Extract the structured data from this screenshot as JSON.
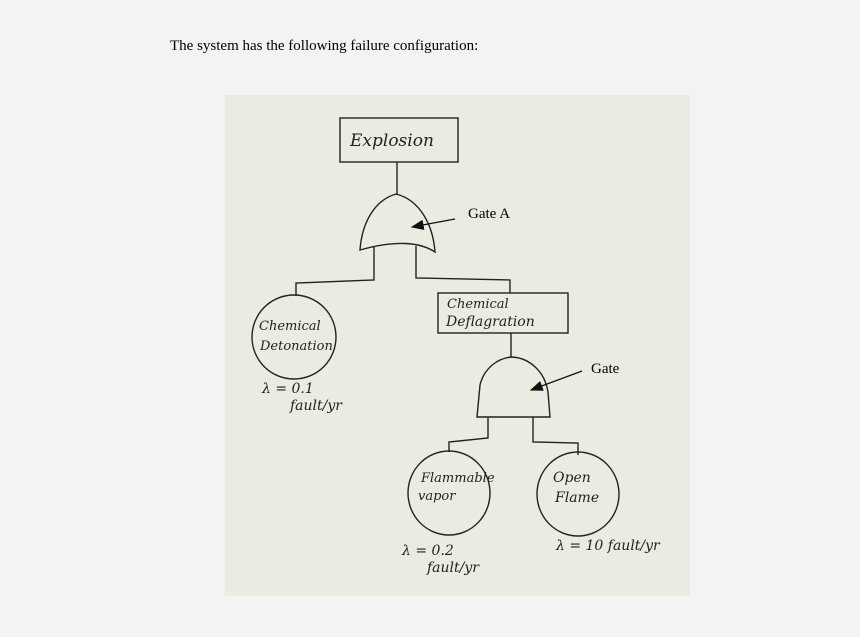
{
  "caption": "The system has the following failure configuration:",
  "diagram": {
    "top_event": "Explosion",
    "gate_a_label": "Gate A",
    "gate_label": "Gate",
    "events": {
      "chemical_detonation": {
        "line1": "Chemical",
        "line2": "Detonation",
        "rate1": "λ = 0.1",
        "rate2": "fault/yr"
      },
      "chemical_deflagration": {
        "line1": "Chemical",
        "line2": "Deflagration"
      },
      "flammable_vapor": {
        "line1": "Flammable",
        "line2": "vapor",
        "rate1": "λ = 0.2",
        "rate2": "fault/yr"
      },
      "open_flame": {
        "line1": "Open",
        "line2": "Flame",
        "rate1": "λ = 10 fault/yr"
      }
    }
  }
}
